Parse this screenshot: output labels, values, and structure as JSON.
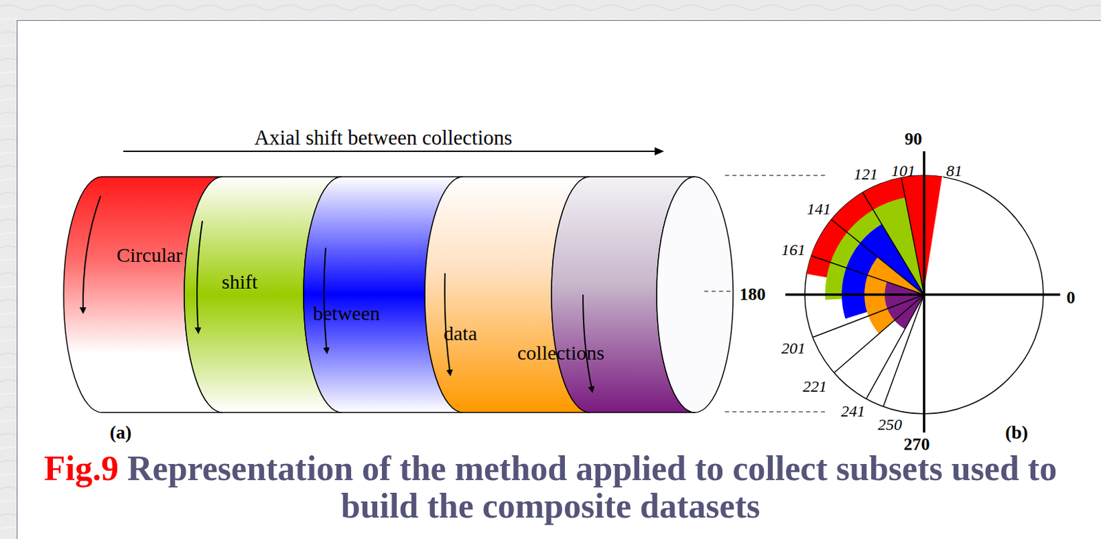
{
  "diagram": {
    "caption": "Representation of the method applied to collect subsets used to build the composite datasets",
    "labels": [
      "Axial shift between collections",
      "Circular",
      "shift",
      "between",
      "data",
      "collections",
      "(a)",
      "90",
      "81",
      "101",
      "121",
      "141",
      "161",
      "180",
      "0",
      "201",
      "221",
      "241",
      "250",
      "270",
      "(b)",
      "Fig.9"
    ]
  }
}
